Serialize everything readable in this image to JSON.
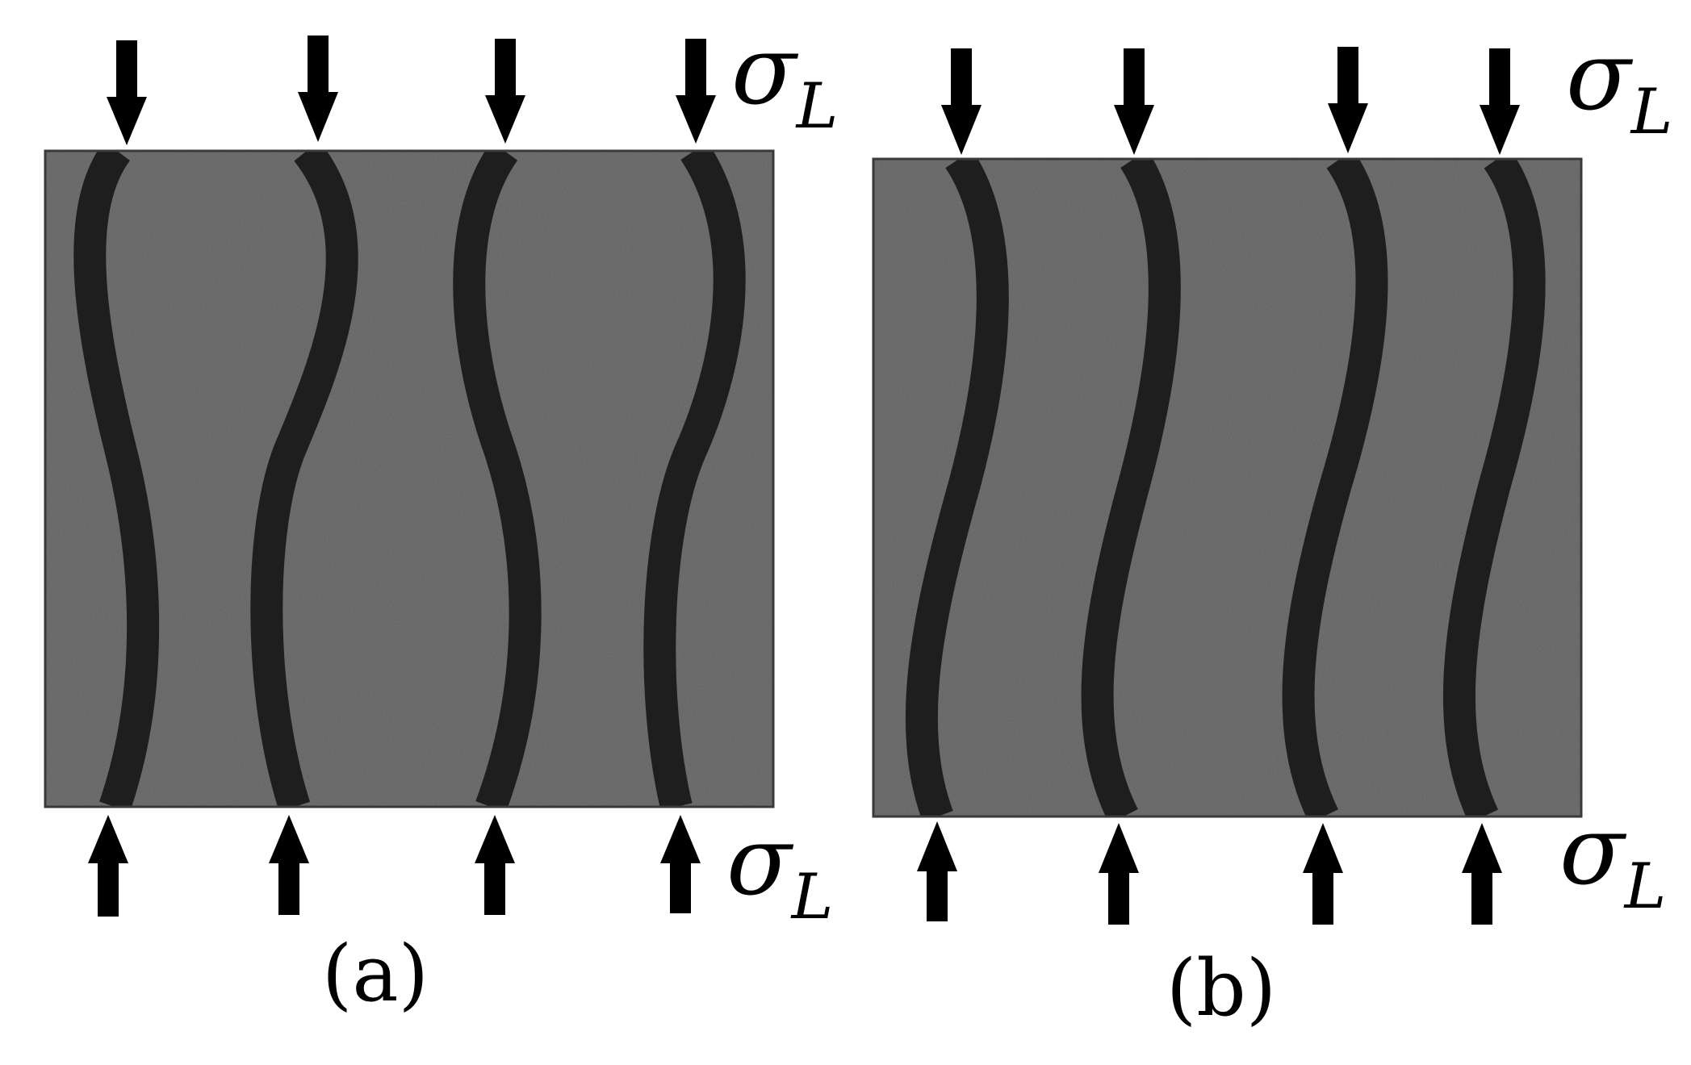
{
  "figure": {
    "panels": [
      {
        "id": "a",
        "caption": "(a)",
        "stress_top": {
          "symbol": "σ",
          "subscript": "L"
        },
        "stress_bottom": {
          "symbol": "σ",
          "subscript": "L"
        },
        "fiber_count": 4,
        "fiber_pattern": "symmetric buckling (alternating curvature)"
      },
      {
        "id": "b",
        "caption": "(b)",
        "stress_top": {
          "symbol": "σ",
          "subscript": "L"
        },
        "stress_bottom": {
          "symbol": "σ",
          "subscript": "L"
        },
        "fiber_count": 4,
        "fiber_pattern": "in-phase buckling (parallel curvature)"
      }
    ],
    "colors": {
      "matrix": "#6e6e6e",
      "fiber": "#1e1e1e",
      "arrow": "#000000",
      "background": "#ffffff"
    },
    "icons": [
      "down-arrow-icon",
      "up-arrow-icon"
    ]
  }
}
